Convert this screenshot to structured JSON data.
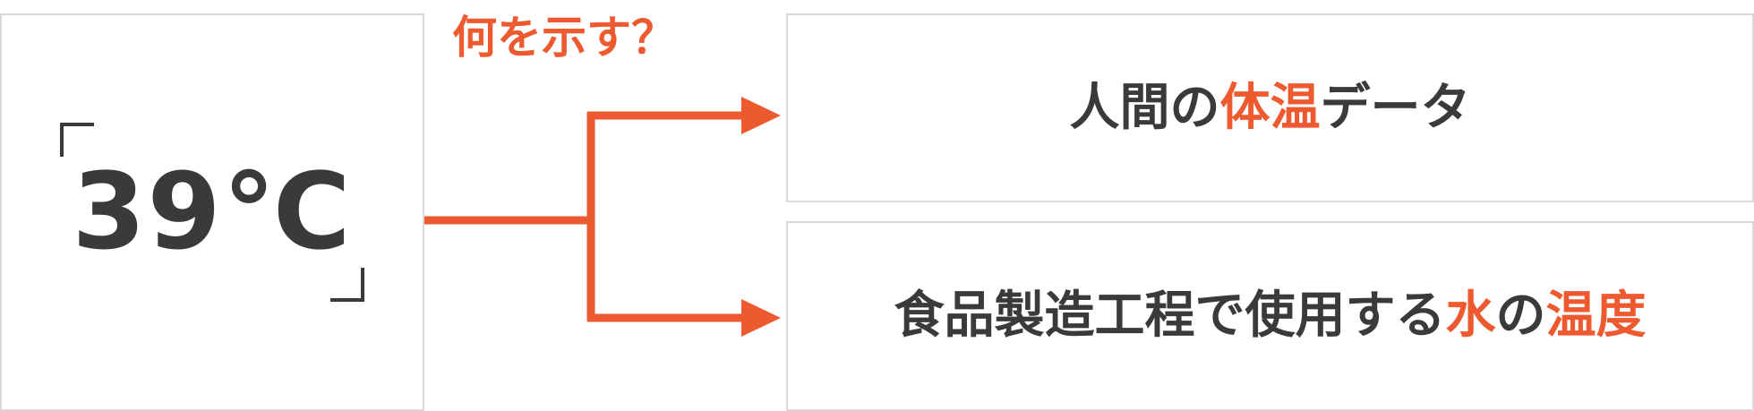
{
  "source": {
    "bracket_open": "「",
    "value": "39℃",
    "bracket_close": "」"
  },
  "question": "何を示す？",
  "options": [
    {
      "segments": [
        {
          "text": "人間の",
          "accent": false
        },
        {
          "text": "体温",
          "accent": true
        },
        {
          "text": "データ",
          "accent": false
        }
      ]
    },
    {
      "segments": [
        {
          "text": "食品製造工程で使用する",
          "accent": false
        },
        {
          "text": "水",
          "accent": true
        },
        {
          "text": "の",
          "accent": false
        },
        {
          "text": "温度",
          "accent": true
        }
      ]
    }
  ],
  "colors": {
    "accent": "#ee5a2f",
    "text": "#3a3a3a",
    "border": "#d9d9d9"
  }
}
